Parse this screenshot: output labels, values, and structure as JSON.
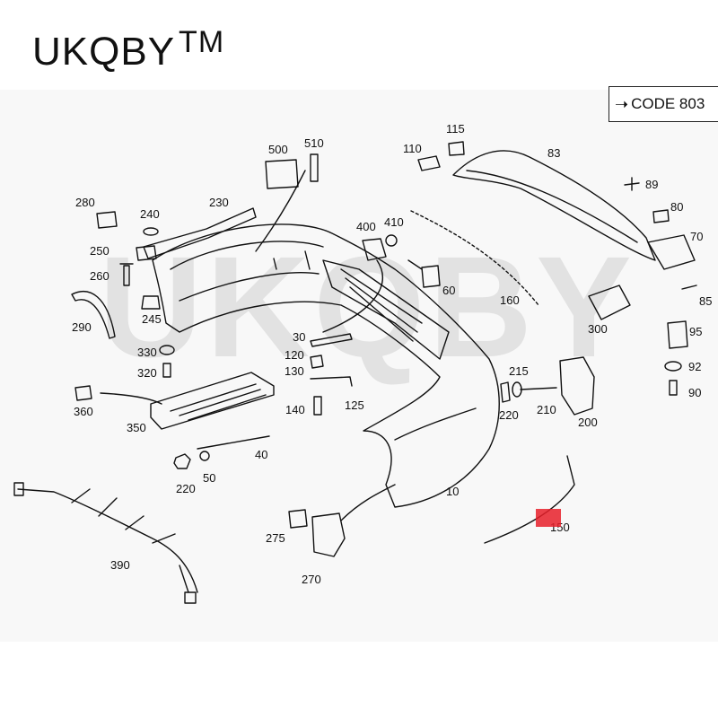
{
  "brand": {
    "name": "UKQBY",
    "tm": "TM"
  },
  "code_box": {
    "text": "CODE 803",
    "arrow_icon": "right-arrow-icon"
  },
  "watermark": {
    "text": "UKQBY"
  },
  "marker_color": "#e8202a",
  "part_labels": {
    "p10": "10",
    "p30": "30",
    "p40": "40",
    "p50": "50",
    "p60": "60",
    "p70": "70",
    "p80": "80",
    "p83": "83",
    "p85": "85",
    "p89": "89",
    "p90": "90",
    "p92": "92",
    "p95": "95",
    "p110": "110",
    "p115": "115",
    "p120": "120",
    "p125": "125",
    "p130": "130",
    "p140": "140",
    "p150": "150",
    "p160": "160",
    "p200": "200",
    "p210": "210",
    "p215": "215",
    "p220a": "220",
    "p220b": "220",
    "p230": "230",
    "p240": "240",
    "p245": "245",
    "p250": "250",
    "p260": "260",
    "p270": "270",
    "p275": "275",
    "p280": "280",
    "p290": "290",
    "p300": "300",
    "p320": "320",
    "p330": "330",
    "p350": "350",
    "p360": "360",
    "p390": "390",
    "p400": "400",
    "p410": "410",
    "p500": "500",
    "p510": "510"
  }
}
